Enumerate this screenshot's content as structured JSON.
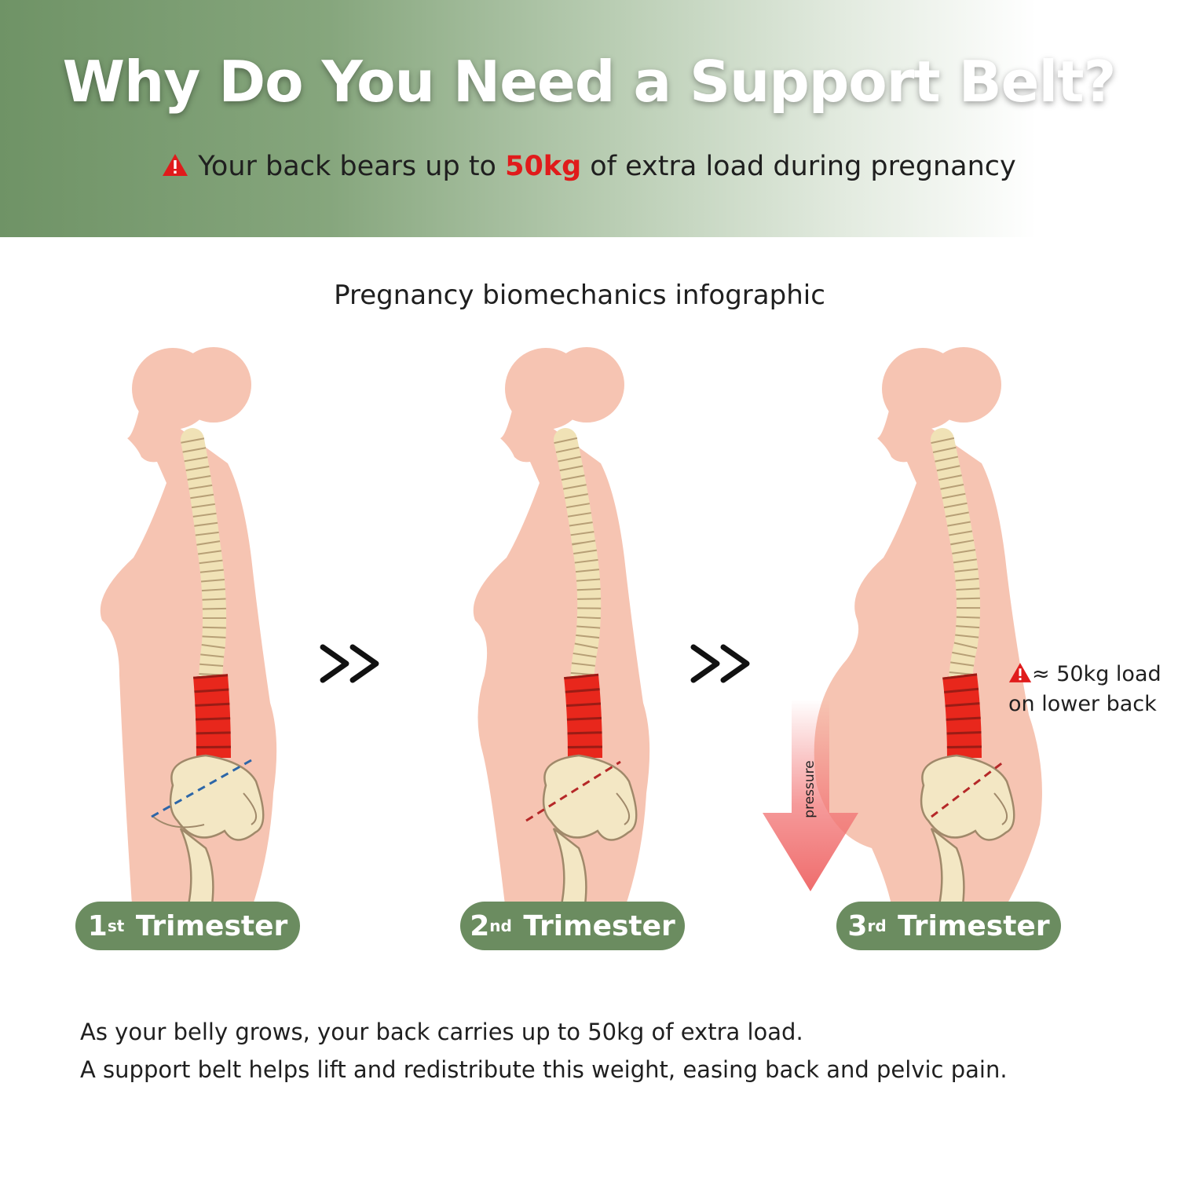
{
  "header": {
    "title": "Why Do You Need a Support Belt?",
    "subline_pre": "Your back bears up to ",
    "subline_highlight": "50kg",
    "subline_post": " of extra load during pregnancy",
    "icon": "warning-triangle-icon",
    "accent_color": "#e01b1b",
    "brand_color": "#6b8c60"
  },
  "caption": "Pregnancy biomechanics infographic",
  "stages": [
    {
      "number": "1",
      "suffix": "st",
      "label": " Trimester"
    },
    {
      "number": "2",
      "suffix": "nd",
      "label": " Trimester"
    },
    {
      "number": "3",
      "suffix": "rd",
      "label": " Trimester"
    }
  ],
  "load_note": {
    "line1": "≈ 50kg load",
    "line2": "on lower back"
  },
  "pressure_label": "pressure",
  "bottom_text": [
    "As your belly grows, your back carries up to 50kg of extra load.",
    "A support belt helps lift and redistribute this weight, easing back and pelvic pain."
  ]
}
